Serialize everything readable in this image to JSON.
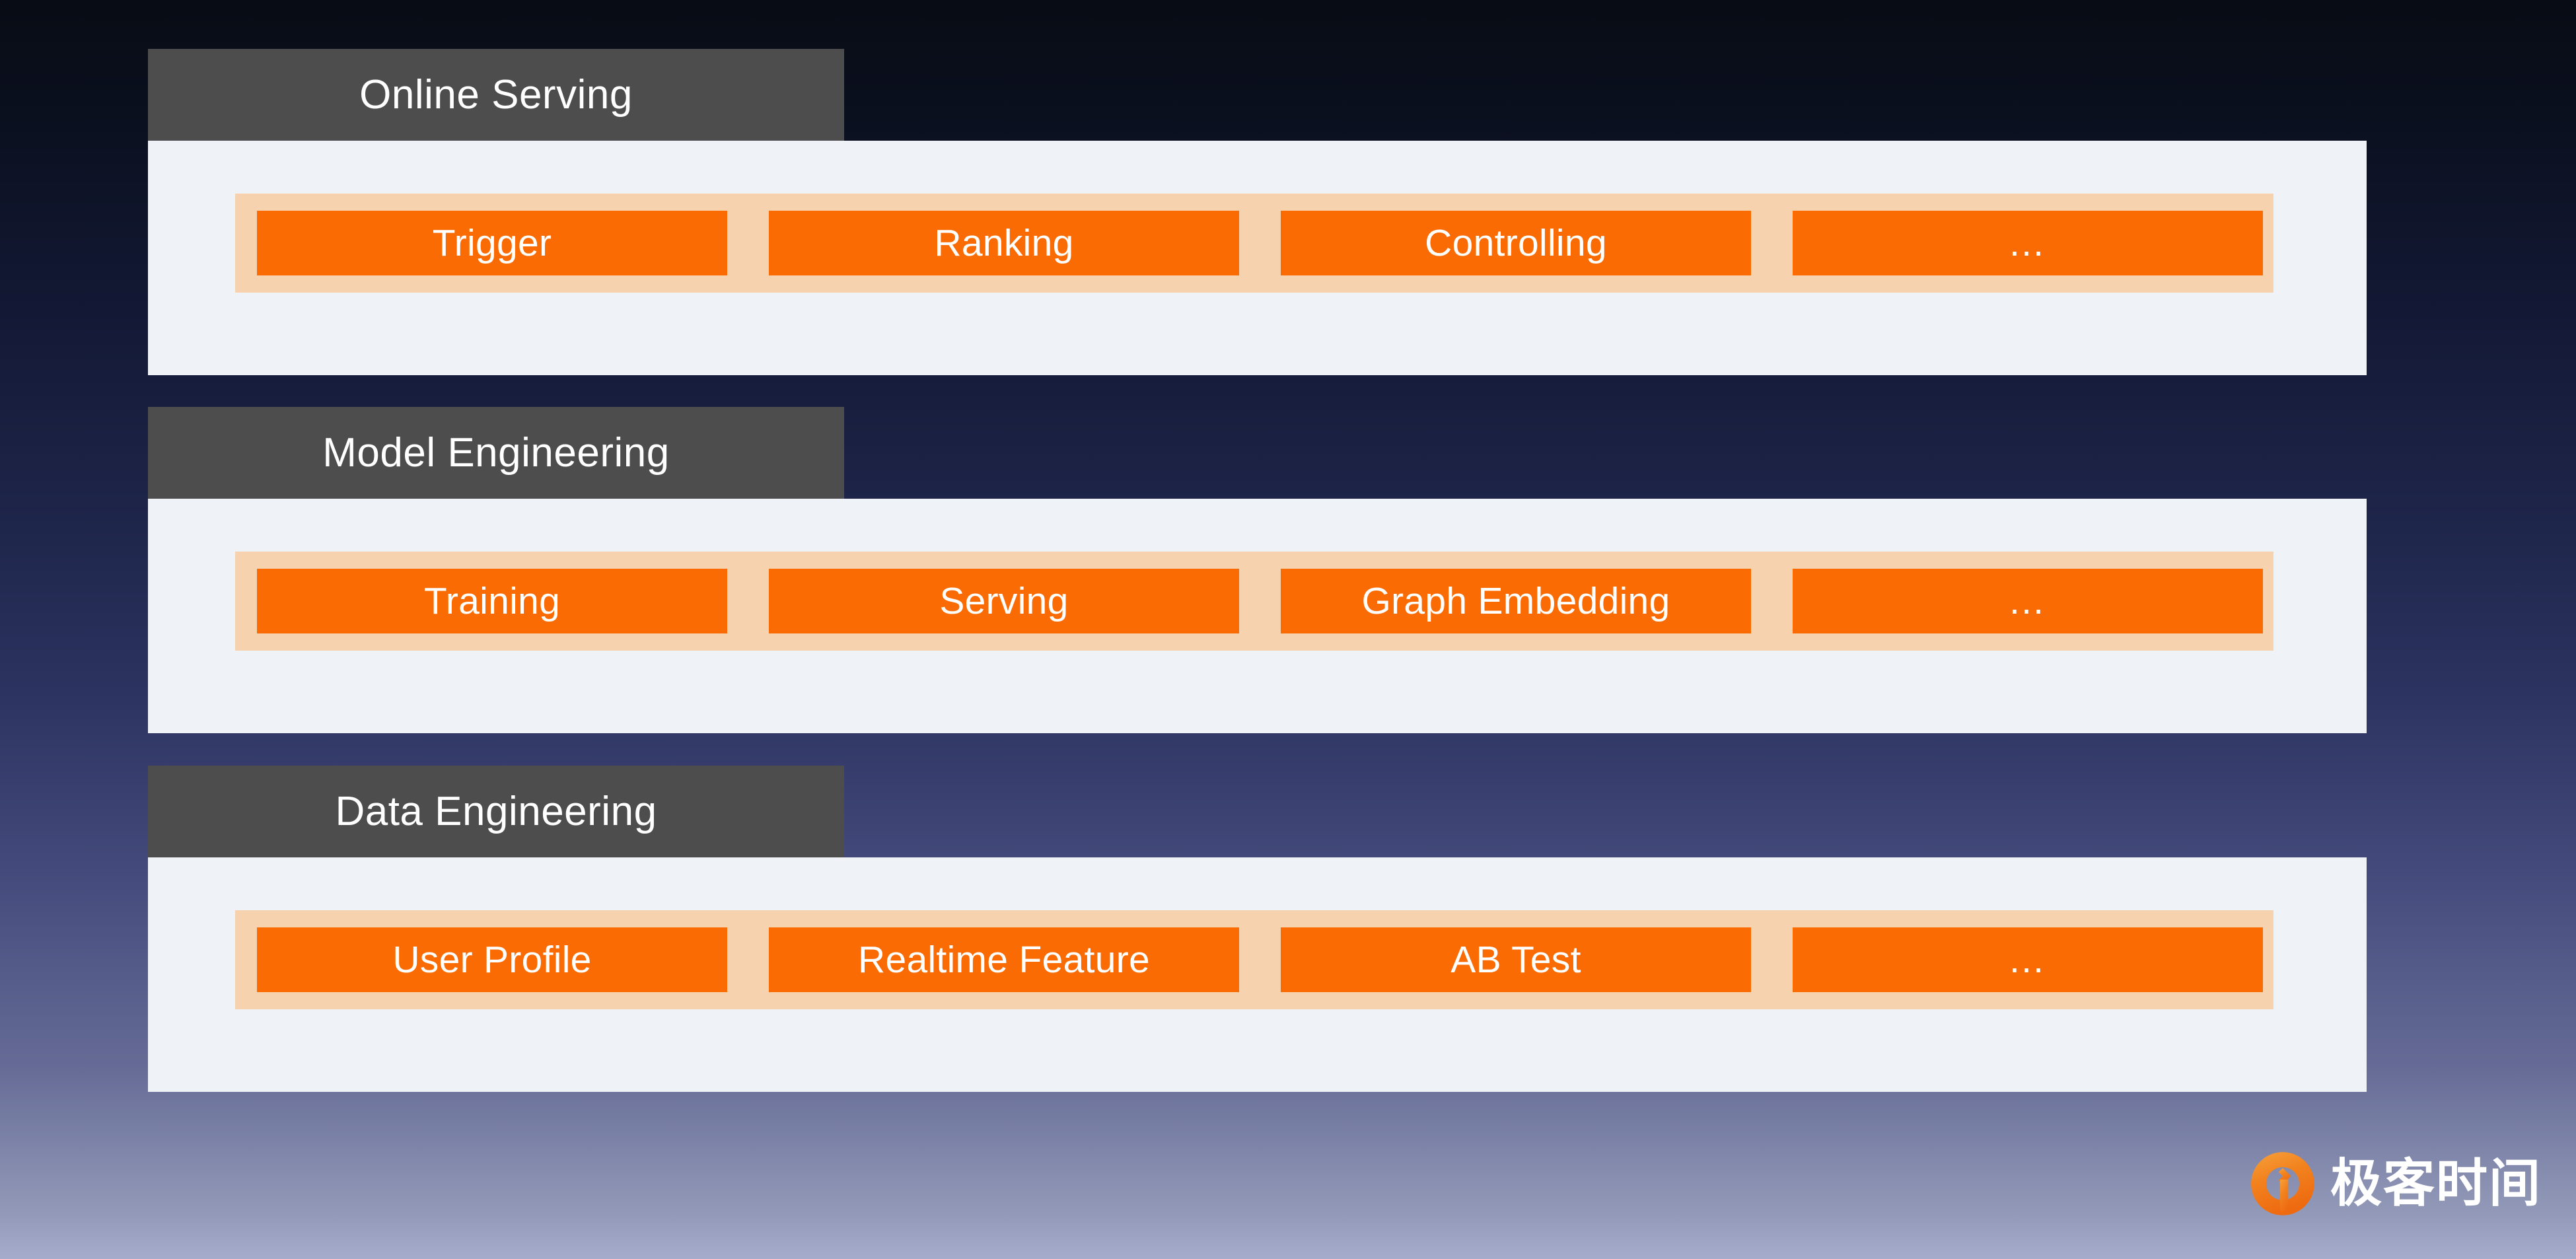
{
  "background": {
    "gradient_top": "#080c14",
    "gradient_bottom": "#a6accb"
  },
  "palette": {
    "header_gray": "#4d4d4d",
    "panel_white": "#eff3f7",
    "rail_peach": "#f7d2ae",
    "chip_orange": "#fb6b03",
    "chip_text": "#ffffff",
    "brand_orange": "#f07818"
  },
  "layers": [
    {
      "title": "Online Serving",
      "chips": [
        {
          "label": "Trigger",
          "is_ellipsis": false
        },
        {
          "label": "Ranking",
          "is_ellipsis": false
        },
        {
          "label": "Controlling",
          "is_ellipsis": false
        },
        {
          "label": "…",
          "is_ellipsis": true
        }
      ]
    },
    {
      "title": "Model Engineering",
      "chips": [
        {
          "label": "Training",
          "is_ellipsis": false
        },
        {
          "label": "Serving",
          "is_ellipsis": false
        },
        {
          "label": "Graph Embedding",
          "is_ellipsis": false
        },
        {
          "label": "…",
          "is_ellipsis": true
        }
      ]
    },
    {
      "title": "Data Engineering",
      "chips": [
        {
          "label": "User Profile",
          "is_ellipsis": false
        },
        {
          "label": "Realtime Feature",
          "is_ellipsis": false
        },
        {
          "label": "AB Test",
          "is_ellipsis": false
        },
        {
          "label": "…",
          "is_ellipsis": true
        }
      ]
    }
  ],
  "brand": {
    "icon_name": "geekbang-circle-logo",
    "text": "极客时间"
  }
}
